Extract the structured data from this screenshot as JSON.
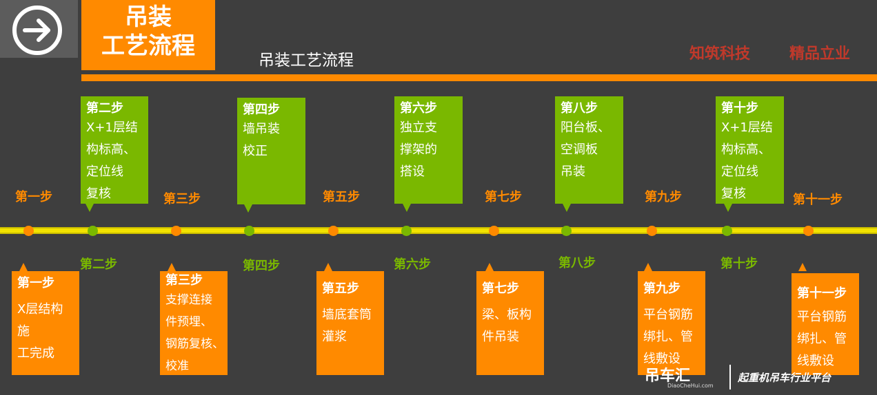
{
  "header": {
    "title_line1": "吊装",
    "title_line2": "工艺流程",
    "subtitle": "吊装工艺流程",
    "brand_left": "知筑科技",
    "brand_right": "精品立业",
    "nav_icon": "arrow-right-circle-icon"
  },
  "colors": {
    "orange": "#ff8a00",
    "green": "#7ab800",
    "timeline": "#f2e200",
    "background": "#3e3e3e",
    "brand": "#c0392b"
  },
  "timeline": {
    "upper_labels": [
      "第一步",
      "第三步",
      "第五步",
      "第七步",
      "第九步",
      "第十一步"
    ],
    "lower_labels": [
      "第二步",
      "第四步",
      "第六步",
      "第八步",
      "第十步"
    ]
  },
  "green_boxes": [
    {
      "title": "第二步",
      "lines": [
        "X+1层结",
        "构标高、",
        "定位线",
        "复核"
      ]
    },
    {
      "title": "第四步",
      "lines": [
        "墙吊装",
        "校正"
      ]
    },
    {
      "title": "第六步",
      "lines": [
        "独立支",
        "撑架的",
        "搭设"
      ]
    },
    {
      "title": "第八步",
      "lines": [
        "阳台板、",
        "空调板",
        "吊装"
      ]
    },
    {
      "title": "第十步",
      "lines": [
        "X+1层结",
        "构标高、",
        "定位线",
        "复核"
      ]
    }
  ],
  "orange_boxes": [
    {
      "title": "第一步",
      "lines": [
        "X层结构施",
        "工完成"
      ]
    },
    {
      "title": "第三步",
      "lines": [
        "支撑连接",
        "件预埋、",
        "钢筋复核、",
        "校准"
      ]
    },
    {
      "title": "第五步",
      "lines": [
        "墙底套筒",
        "灌浆"
      ]
    },
    {
      "title": "第七步",
      "lines": [
        "梁、板构",
        "件吊装"
      ]
    },
    {
      "title": "第九步",
      "lines": [
        "平台钢筋",
        "绑扎、管",
        "线敷设"
      ]
    },
    {
      "title": "第十一步",
      "lines": [
        "平台钢筋",
        "绑扎、管",
        "线敷设"
      ]
    }
  ],
  "watermark": {
    "name": "吊车汇",
    "slogan": "起重机吊车行业平台",
    "url": "DiaoCheHui.com"
  }
}
